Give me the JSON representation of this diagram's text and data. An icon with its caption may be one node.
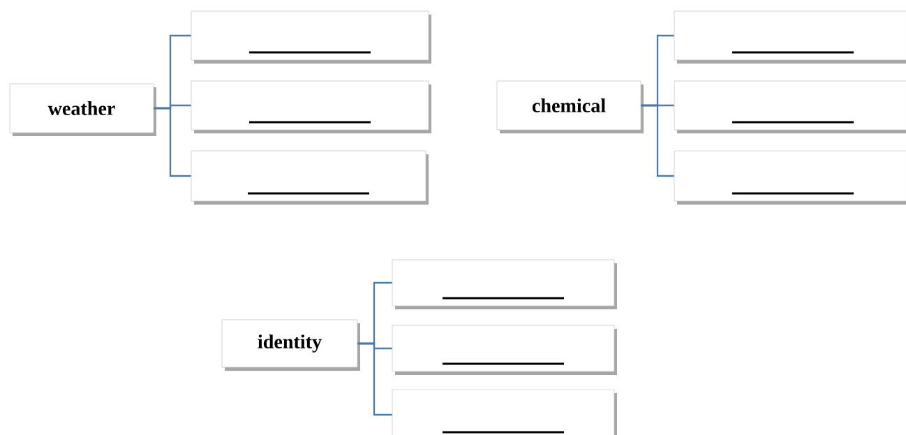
{
  "diagram": {
    "nodes": [
      {
        "text": [
          "weather"
        ]
      },
      {
        "text": [],
        "shape": "box"
      },
      {
        "text": [],
        "shape": "box"
      },
      {
        "text": [],
        "shape": "box"
      },
      {
        "text": [
          "chemical"
        ]
      },
      {
        "text": [],
        "shape": "box"
      },
      {
        "text": [],
        "shape": "box"
      },
      {
        "text": [],
        "shape": "box"
      },
      {
        "text": [
          "identity"
        ]
      },
      {
        "text": [],
        "shape": "box"
      },
      {
        "text": [],
        "shape": "box"
      },
      {
        "text": [],
        "shape": "box"
      }
    ],
    "edges": [
      {
        "from": 0,
        "to": 1,
        "arrow": "none"
      },
      {
        "from": 0,
        "to": 2,
        "arrow": "none"
      },
      {
        "from": 0,
        "to": 3,
        "arrow": "none"
      },
      {
        "from": 4,
        "to": 5,
        "arrow": "none"
      },
      {
        "from": 4,
        "to": 6,
        "arrow": "none"
      },
      {
        "from": 4,
        "to": 7,
        "arrow": "none"
      },
      {
        "from": 8,
        "to": 9,
        "arrow": "none"
      },
      {
        "from": 8,
        "to": 10,
        "arrow": "none"
      },
      {
        "from": 8,
        "to": 11,
        "arrow": "none"
      }
    ]
  }
}
